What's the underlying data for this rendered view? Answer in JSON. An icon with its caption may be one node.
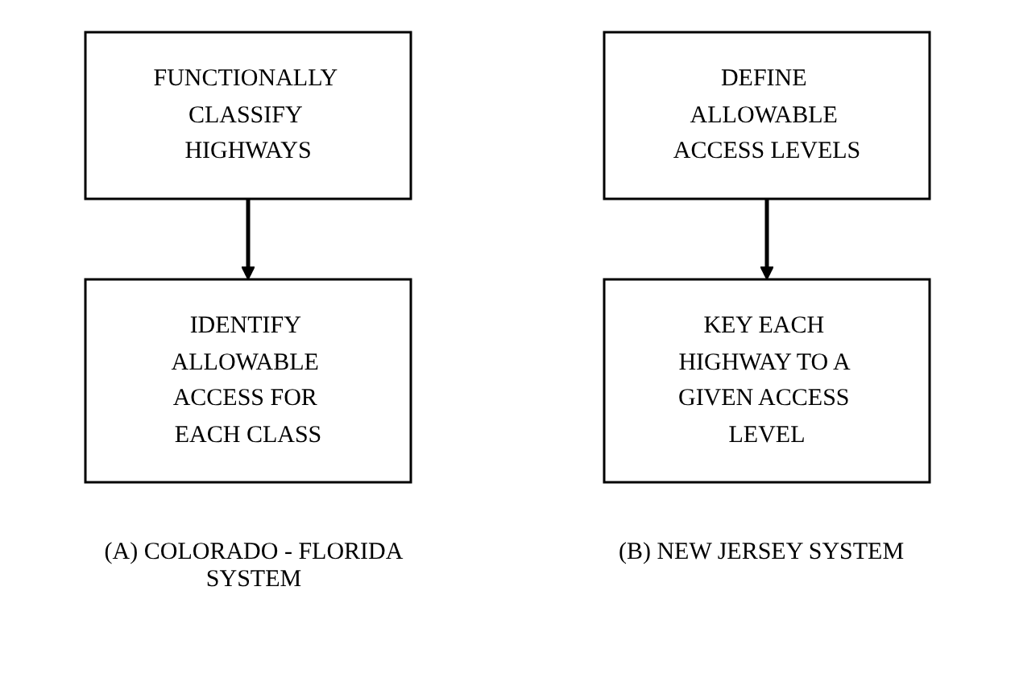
{
  "diagram": {
    "nodes": [
      {
        "text": [
          "FUNCTIONALLY CLASSIFY HIGHWAYS"
        ]
      },
      {
        "text": [
          "IDENTIFY ALLOWABLE ACCESS FOR EACH CLASS"
        ]
      },
      {
        "text": [
          "DEFINE ALLOWABLE ACCESS LEVELS"
        ]
      },
      {
        "text": [
          "KEY EACH HIGHWAY TO A GIVEN ACCESS LEVEL"
        ]
      }
    ],
    "edges": [
      {
        "from": 0,
        "to": 1,
        "arrow": "to"
      },
      {
        "from": 2,
        "to": 3,
        "arrow": "to"
      }
    ],
    "labels": [
      "(A) COLORADO - FLORIDA SYSTEM",
      "(B) NEW JERSEY SYSTEM"
    ]
  }
}
